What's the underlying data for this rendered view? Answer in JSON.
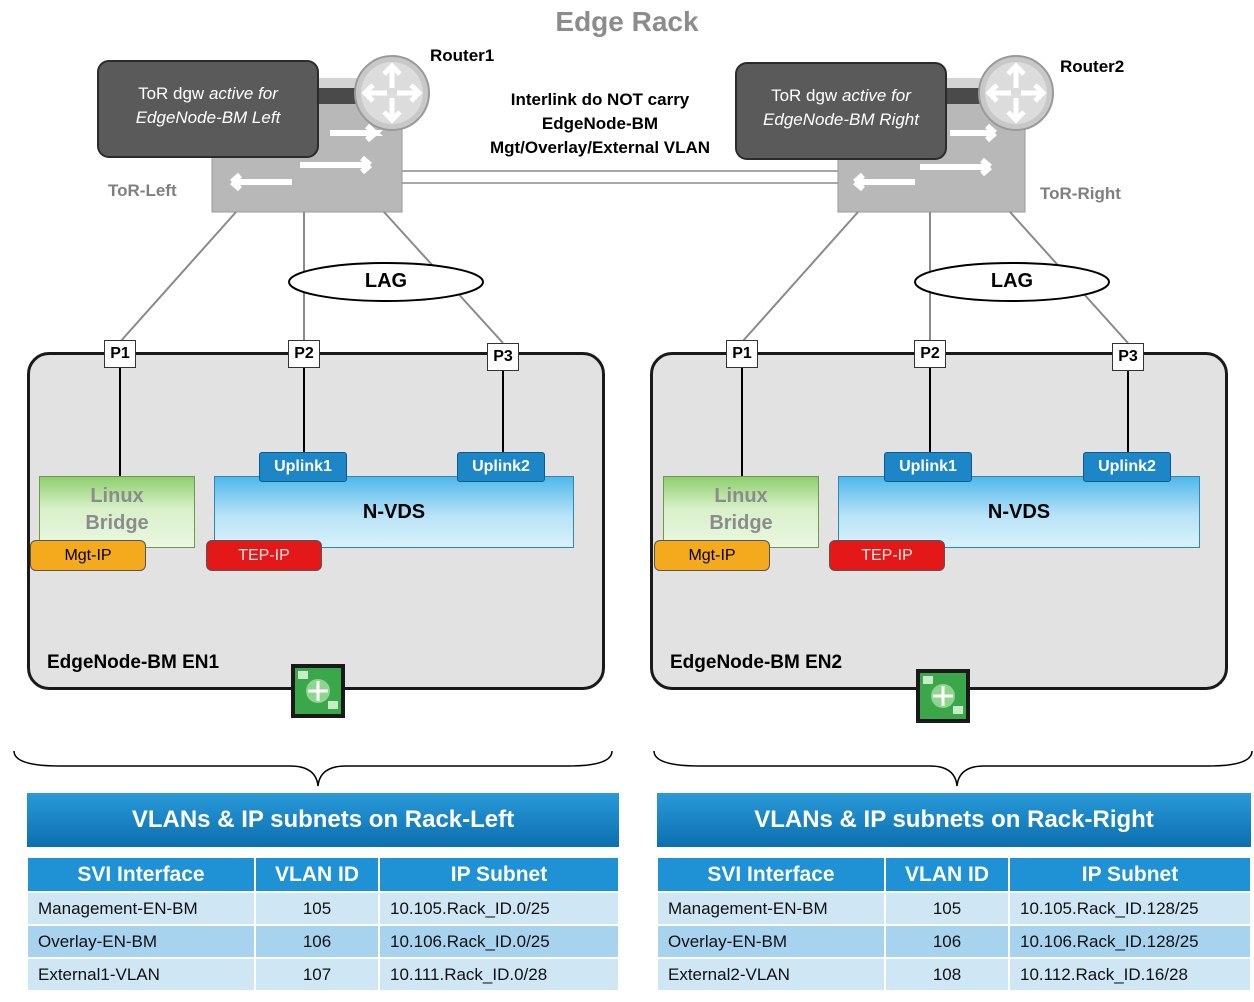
{
  "title": "Edge Rack",
  "interlink_text": [
    "Interlink do NOT carry",
    "EdgeNode-BM",
    "Mgt/Overlay/External VLAN"
  ],
  "left": {
    "router_label": "Router1",
    "tor_label": "ToR-Left",
    "dgw_line1_prefix": "ToR dgw ",
    "dgw_line1_italic": "active for",
    "dgw_line2_italic": "EdgeNode-BM Left",
    "lag_label": "LAG",
    "ports": [
      "P1",
      "P2",
      "P3"
    ],
    "uplinks": [
      "Uplink1",
      "Uplink2"
    ],
    "bridge_label": [
      "Linux",
      "Bridge"
    ],
    "nvds_label": "N-VDS",
    "mgt_ip": "Mgt-IP",
    "tep_ip": "TEP-IP",
    "node_label": "EdgeNode-BM EN1",
    "table_title": "VLANs & IP subnets on Rack-Left",
    "table_headers": [
      "SVI Interface",
      "VLAN ID",
      "IP Subnet"
    ],
    "table_rows": [
      [
        "Management-EN-BM",
        "105",
        "10.105.Rack_ID.0/25"
      ],
      [
        "Overlay-EN-BM",
        "106",
        "10.106.Rack_ID.0/25"
      ],
      [
        "External1-VLAN",
        "107",
        "10.111.Rack_ID.0/28"
      ]
    ]
  },
  "right": {
    "router_label": "Router2",
    "tor_label": "ToR-Right",
    "dgw_line1_prefix": "ToR dgw ",
    "dgw_line1_italic": "active for",
    "dgw_line2_italic": "EdgeNode-BM Right",
    "lag_label": "LAG",
    "ports": [
      "P1",
      "P2",
      "P3"
    ],
    "uplinks": [
      "Uplink1",
      "Uplink2"
    ],
    "bridge_label": [
      "Linux",
      "Bridge"
    ],
    "nvds_label": "N-VDS",
    "mgt_ip": "Mgt-IP",
    "tep_ip": "TEP-IP",
    "node_label": "EdgeNode-BM EN2",
    "table_title": "VLANs & IP subnets on Rack-Right",
    "table_headers": [
      "SVI Interface",
      "VLAN ID",
      "IP Subnet"
    ],
    "table_rows": [
      [
        "Management-EN-BM",
        "105",
        "10.105.Rack_ID.128/25"
      ],
      [
        "Overlay-EN-BM",
        "106",
        "10.106.Rack_ID.128/25"
      ],
      [
        "External2-VLAN",
        "108",
        "10.112.Rack_ID.16/28"
      ]
    ]
  },
  "colors": {
    "switch_gray": "#b4b4b4",
    "dgw_box": "#5a5a5a",
    "node_fill": "#e2e2e2",
    "uplink_blue": "#1c86c6",
    "mgt_orange": "#f4aa1c",
    "tep_red": "#e41818",
    "table_header": "#0c6fb0"
  },
  "icons": [
    "router-icon",
    "switch-icon",
    "edge-node-icon"
  ]
}
